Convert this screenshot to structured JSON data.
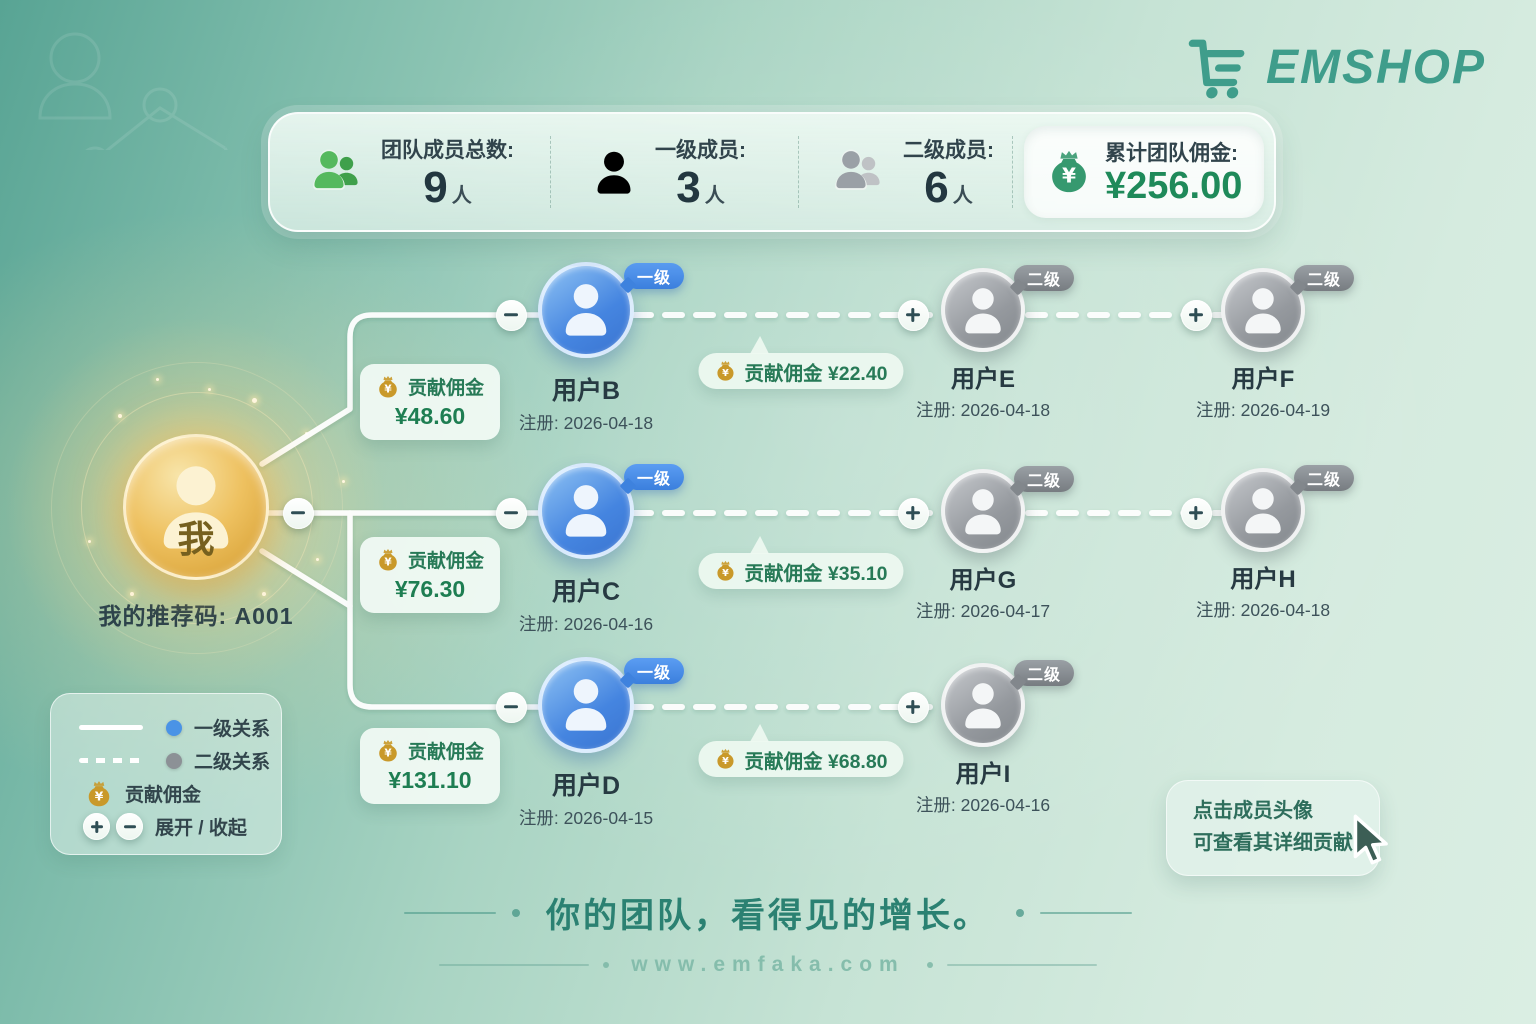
{
  "logo": {
    "text": "EMSHOP"
  },
  "stats": {
    "items": [
      {
        "icon": "team-total-icon",
        "label": "团队成员总数:",
        "value": "9",
        "unit": "人"
      },
      {
        "icon": "level1-member-icon",
        "label": "一级成员:",
        "value": "3",
        "unit": "人"
      },
      {
        "icon": "level2-member-icon",
        "label": "二级成员:",
        "value": "6",
        "unit": "人"
      },
      {
        "icon": "money-bag-icon",
        "label": "累计团队佣金:",
        "value": "¥256.00"
      }
    ]
  },
  "me": {
    "avatar_label": "我",
    "referral": "我的推荐码: A001"
  },
  "tree": {
    "commission_label": "贡献佣金",
    "rows": [
      {
        "l1": {
          "name": "用户B",
          "badge": "一级",
          "reg": "注册: 2026-04-18",
          "commission": "¥48.60"
        },
        "mid": "贡献佣金 ¥22.40",
        "l2a": {
          "name": "用户E",
          "badge": "二级",
          "reg": "注册: 2026-04-18"
        },
        "l2b": {
          "name": "用户F",
          "badge": "二级",
          "reg": "注册: 2026-04-19"
        }
      },
      {
        "l1": {
          "name": "用户C",
          "badge": "一级",
          "reg": "注册: 2026-04-16",
          "commission": "¥76.30"
        },
        "mid": "贡献佣金 ¥35.10",
        "l2a": {
          "name": "用户G",
          "badge": "二级",
          "reg": "注册: 2026-04-17"
        },
        "l2b": {
          "name": "用户H",
          "badge": "二级",
          "reg": "注册: 2026-04-18"
        }
      },
      {
        "l1": {
          "name": "用户D",
          "badge": "一级",
          "reg": "注册: 2026-04-15",
          "commission": "¥131.10"
        },
        "mid": "贡献佣金 ¥68.80",
        "l2a": {
          "name": "用户I",
          "badge": "二级",
          "reg": "注册: 2026-04-16"
        }
      }
    ]
  },
  "legend": {
    "level1": "一级关系",
    "level2": "二级关系",
    "commission": "贡献佣金",
    "toggle": "展开 / 收起"
  },
  "hint": {
    "line1": "点击成员头像",
    "line2": "可查看其详细贡献"
  },
  "footer": {
    "tagline": "你的团队，看得见的增长。",
    "site": "www.emfaka.com"
  },
  "colors": {
    "accent_teal": "#2F8577",
    "gold": "#C9992A",
    "level1_blue": "#4A90E2",
    "level2_gray": "#8E9398",
    "commission_green": "#1E7E52"
  }
}
